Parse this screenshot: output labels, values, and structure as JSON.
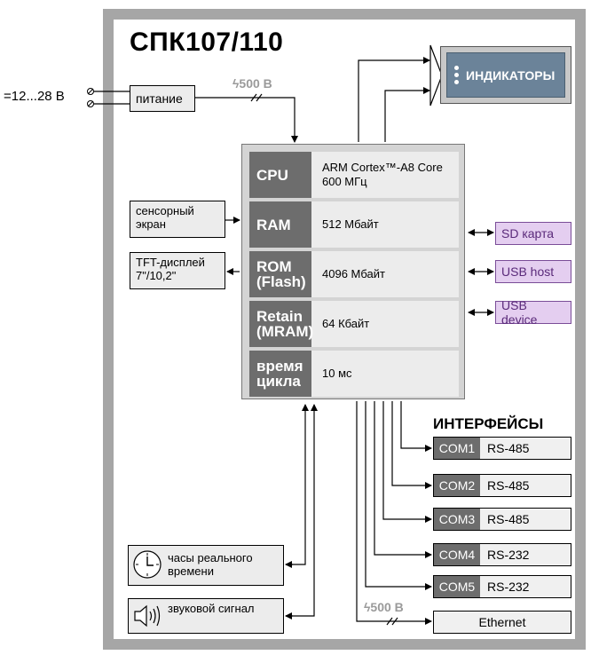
{
  "title": "СПК107/110",
  "input_voltage": "=12...28 В",
  "isolation_top": "500 В",
  "isolation_bottom": "500 В",
  "power_label": "питание",
  "indicators_label": "ИНДИКАТОРЫ",
  "touch_label": "сенсорный экран",
  "display_label": "TFT-дисплей 7\"/10,2\"",
  "cpu_table": [
    {
      "key": "CPU",
      "value": "ARM Cortex™-A8 Core 600 МГц"
    },
    {
      "key": "RAM",
      "value": "512 Мбайт"
    },
    {
      "key": "ROM (Flash)",
      "value": "4096 Мбайт"
    },
    {
      "key": "Retain (MRAM)",
      "value": "64 Кбайт"
    },
    {
      "key": "время цикла",
      "value": "10 мс"
    }
  ],
  "peripherals": [
    "SD карта",
    "USB host",
    "USB device"
  ],
  "interfaces_title": "ИНТЕРФЕЙСЫ",
  "com_ports": [
    {
      "port": "COM1",
      "protocol": "RS-485"
    },
    {
      "port": "COM2",
      "protocol": "RS-485"
    },
    {
      "port": "COM3",
      "protocol": "RS-485"
    },
    {
      "port": "COM4",
      "protocol": "RS-232"
    },
    {
      "port": "COM5",
      "protocol": "RS-232"
    }
  ],
  "ethernet_label": "Ethernet",
  "rtc_label": "часы реального времени",
  "buzzer_label": "звуковой сигнал",
  "colors": {
    "frame": "#a6a6a6",
    "key_cell": "#6d6d6d",
    "peripheral": "#e4cef0",
    "indicator": "#6b8399"
  },
  "icons": {
    "clock": "clock-icon",
    "speaker": "speaker-icon",
    "lightning": "lightning-icon"
  }
}
